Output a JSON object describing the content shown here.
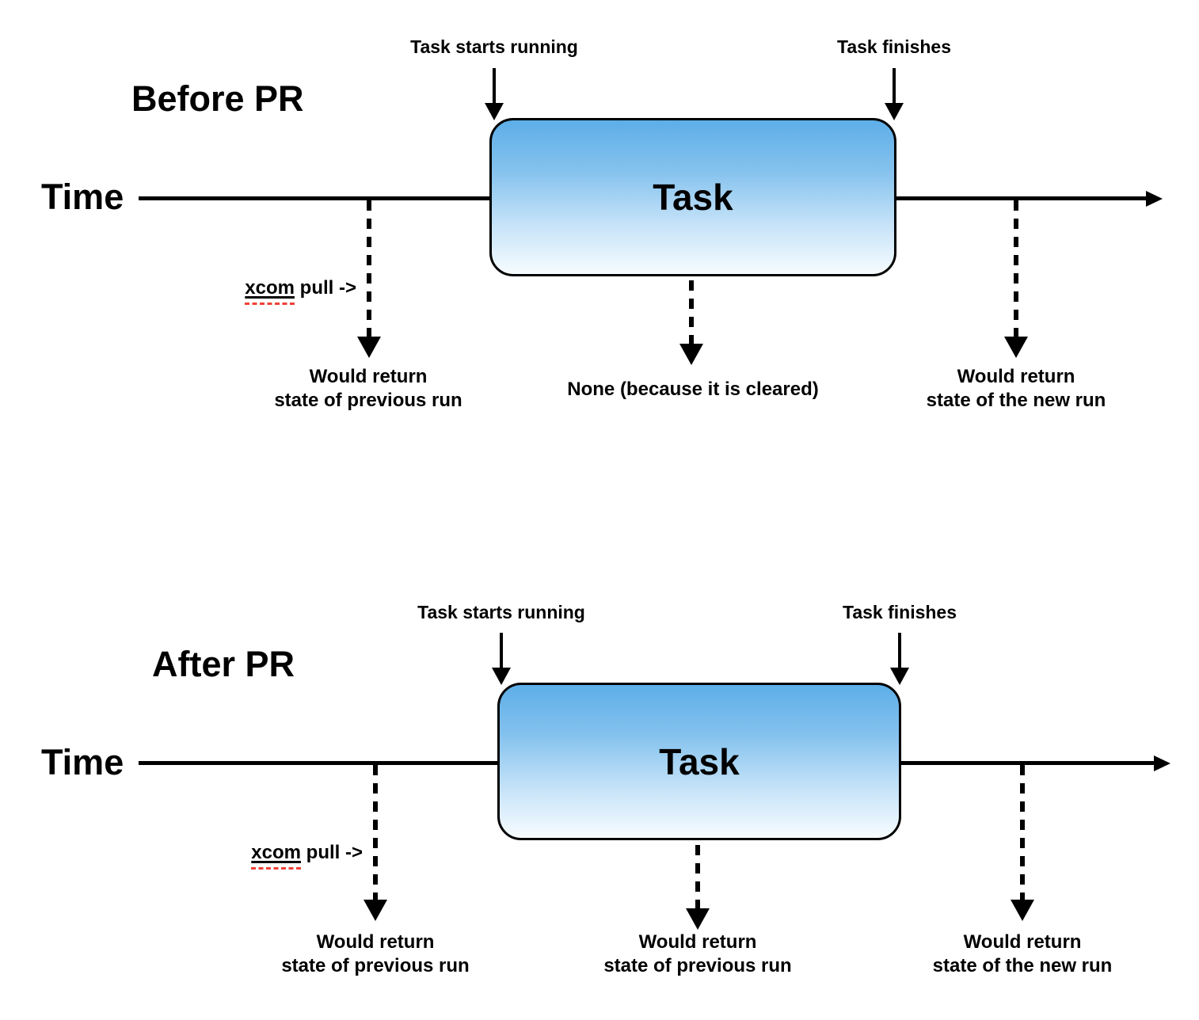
{
  "colors": {
    "background": "#ffffff",
    "line": "#000000",
    "box_border": "#000000",
    "box_gradient_top": "#5daee8",
    "box_gradient_bottom": "#f7fcff",
    "spellcheck_underline_red": "#ef4136",
    "text": "#000000"
  },
  "diagrams": [
    {
      "title": "Before PR",
      "time_axis_label": "Time",
      "task_box_label": "Task",
      "event_labels": {
        "start": "Task starts running",
        "finish": "Task finishes"
      },
      "xcom_pull": {
        "underlined_word": "xcom",
        "rest": " pull ->"
      },
      "callouts": {
        "left": {
          "lines": [
            "Would return",
            "state of previous run"
          ]
        },
        "middle": {
          "lines": [
            "None (because it is cleared)"
          ]
        },
        "right": {
          "lines": [
            "Would return",
            "state of the new run"
          ]
        }
      }
    },
    {
      "title": "After PR",
      "time_axis_label": "Time",
      "task_box_label": "Task",
      "event_labels": {
        "start": "Task starts running",
        "finish": "Task finishes"
      },
      "xcom_pull": {
        "underlined_word": "xcom",
        "rest": " pull ->"
      },
      "callouts": {
        "left": {
          "lines": [
            "Would return",
            "state of previous run"
          ]
        },
        "middle": {
          "lines": [
            "Would return",
            "state of previous run"
          ]
        },
        "right": {
          "lines": [
            "Would return",
            "state of the new run"
          ]
        }
      }
    }
  ]
}
